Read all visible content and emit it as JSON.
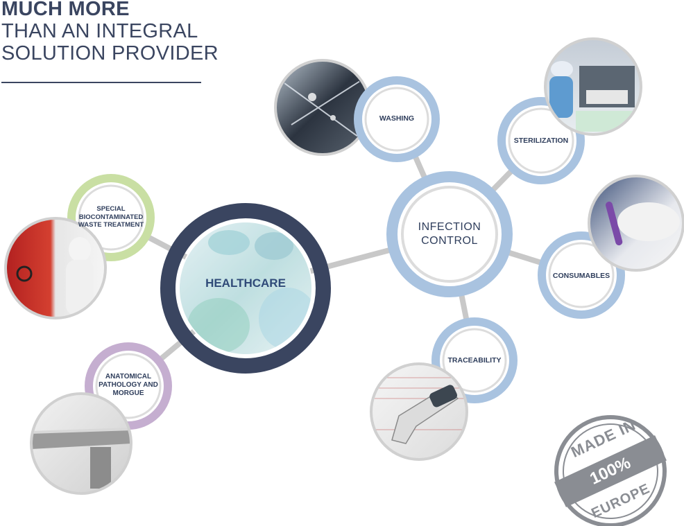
{
  "heading": {
    "line1": "MUCH MORE",
    "line2": "THAN AN INTEGRAL",
    "line3": "SOLUTION PROVIDER"
  },
  "nodes": {
    "healthcare": "HEALTHCARE",
    "infection_control_1": "INFECTION",
    "infection_control_2": "CONTROL",
    "washing": "WASHING",
    "sterilization": "STERILIZATION",
    "consumables": "CONSUMABLES",
    "traceability": "TRACEABILITY",
    "waste_1": "SPECIAL",
    "waste_2": "BIOCONTAMINATED",
    "waste_3": "WASTE TREATMENT",
    "pathology_1": "ANATOMICAL",
    "pathology_2": "PATHOLOGY AND",
    "pathology_3": "MORGUE"
  },
  "stamp": {
    "top": "MADE IN",
    "center": "100%",
    "bottom": "EUROPE"
  },
  "colors": {
    "navy": "#3a4560",
    "light_blue": "#a9c3e0",
    "green": "#c9dfa3",
    "purple": "#c5aed0",
    "connector": "#c8c8c8",
    "stamp_gray": "#8a8d93"
  }
}
